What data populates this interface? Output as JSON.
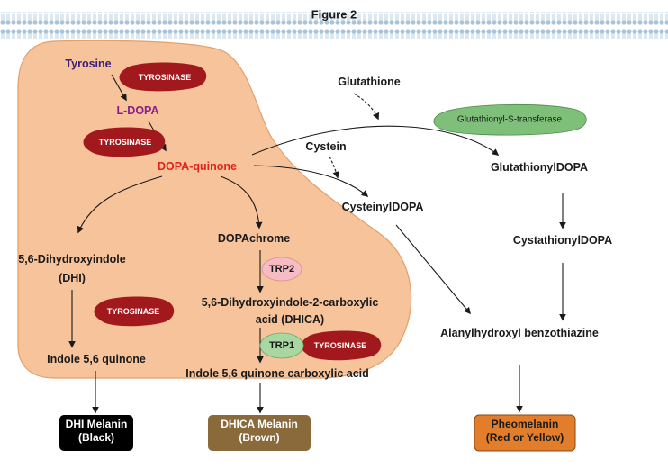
{
  "title": "Figure 2",
  "melanocyte": {
    "tyrosine": "Tyrosine",
    "ldopa": "L-DOPA",
    "dopaquinone": "DOPA-quinone",
    "dhi": "5,6-Dihydroxyindole",
    "dhi_abbr": "(DHI)",
    "dopachrome": "DOPAchrome",
    "dhica_1": "5,6-Dihydroxyindole-2-carboxylic",
    "dhica_2": "acid (DHICA)",
    "indole_quinone": "Indole 5,6 quinone",
    "indole_carboxylic": "Indole 5,6 quinone carboxylic acid"
  },
  "enzymes": {
    "tyrosinase": "TYROSINASE",
    "trp2": "TRP2",
    "trp1": "TRP1",
    "gst": "Glutathionyl-S-transferase"
  },
  "pheo_pathway": {
    "glutathione": "Glutathione",
    "cystein": "Cystein",
    "cysteinyldopa": "CysteinylDOPA",
    "glutathionyldopa": "GlutathionylDOPA",
    "cystathionyldopa": "CystathionylDOPA",
    "alanyl": "Alanylhydroxyl benzothiazine"
  },
  "products": {
    "dhi_melanin": "DHI Melanin",
    "dhi_melanin_color": "(Black)",
    "dhica_melanin": "DHICA Melanin",
    "dhica_melanin_color": "(Brown)",
    "pheomelanin": "Pheomelanin",
    "pheomelanin_color": "(Red or Yellow)"
  },
  "colors": {
    "cell_fill": "#f6c39b",
    "cell_stroke": "#e3a06b",
    "tyrosinase": "#a1191d",
    "trp2": "#f6bcc3",
    "trp1": "#a9d7a2",
    "gst": "#7ec07a",
    "dhi_box": "#000000",
    "dhica_box": "#8a6a3a",
    "pheo_box": "#e17d2b"
  }
}
